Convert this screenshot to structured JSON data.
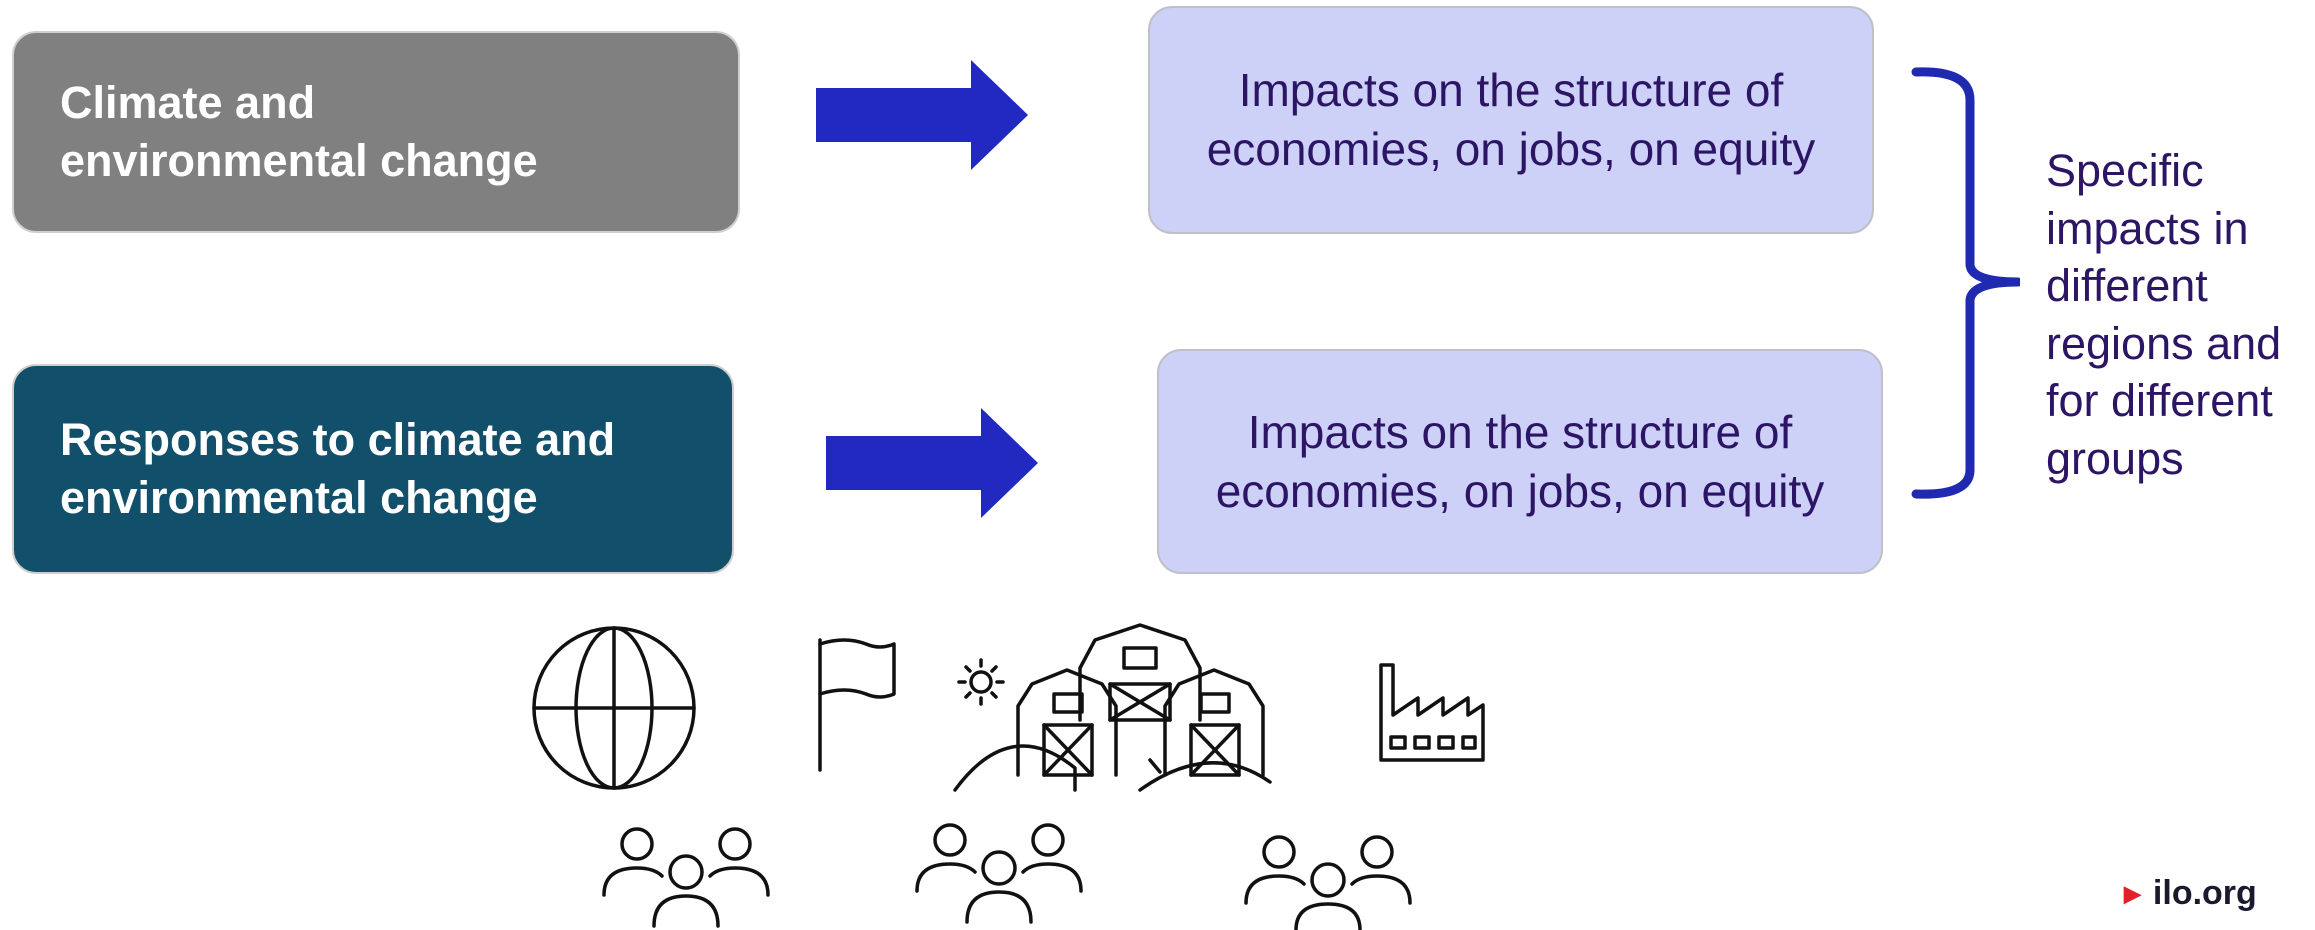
{
  "diagram": {
    "drivers": [
      {
        "label": "Climate and\nenvironmental change",
        "color": "#808080"
      },
      {
        "label": "Responses to climate and\nenvironmental change",
        "color": "#124f6b"
      }
    ],
    "impacts": [
      {
        "label": "Impacts on the structure of\neconomies, on jobs, on equity"
      },
      {
        "label": "Impacts on the structure of\neconomies, on jobs, on equity"
      }
    ],
    "summary": "Specific\nimpacts in\ndifferent\nregions and\nfor different\ngroups",
    "colors": {
      "arrow": "#2129c0",
      "bracket": "#1f2ab0",
      "impact_fill": "#cdd0f7",
      "impact_text": "#2d1565"
    },
    "icons": [
      "globe-icon",
      "flag-icon",
      "sun-icon",
      "farm-barns-icon",
      "factory-icon",
      "people-group-icon",
      "people-group-icon",
      "people-group-icon"
    ]
  },
  "footer": {
    "brand": "ilo.org"
  }
}
